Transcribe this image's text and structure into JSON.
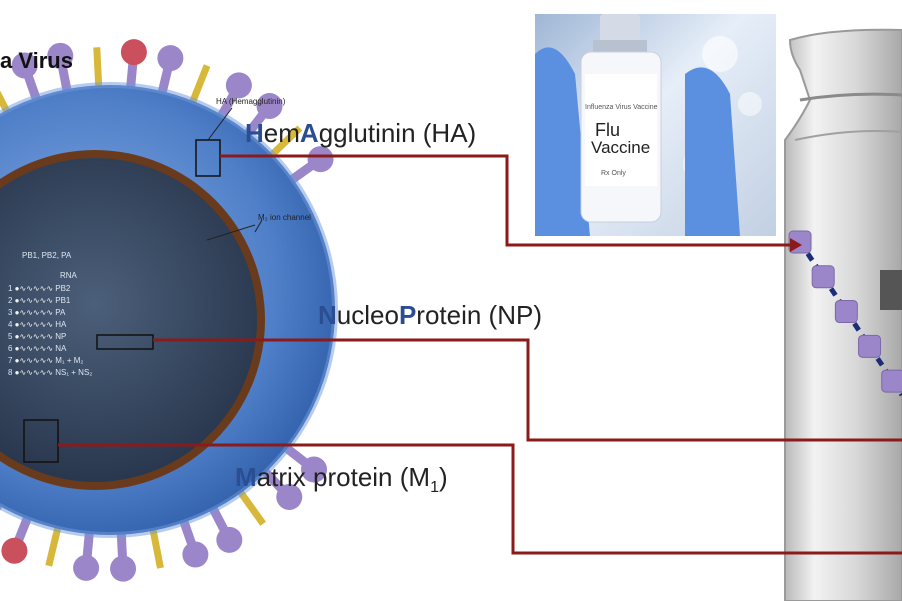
{
  "title": "a Virus",
  "labels": {
    "ha": {
      "bold1": "H",
      "part1": "em",
      "bold2": "A",
      "part2": "gglutinin (HA)"
    },
    "np": {
      "bold1": "N",
      "part1": "ucleo",
      "bold2": "P",
      "part2": "rotein (NP)"
    },
    "m1": {
      "bold1": "M",
      "part1": "atrix protein (M",
      "sub": "1",
      "part2": ")"
    }
  },
  "virus_annotations": {
    "ha_callout": "HA (Hemagglutinin)",
    "m2_callout": "M₂ ion channel",
    "polymerase": "PB1, PB2, PA",
    "rna": "RNA",
    "segments": [
      {
        "num": "1",
        "name": "PB2"
      },
      {
        "num": "2",
        "name": "PB1"
      },
      {
        "num": "3",
        "name": "PA"
      },
      {
        "num": "4",
        "name": "HA"
      },
      {
        "num": "5",
        "name": "NP"
      },
      {
        "num": "6",
        "name": "NA"
      },
      {
        "num": "7",
        "name": "M₁ + M₂"
      },
      {
        "num": "8",
        "name": "NS₁ + NS₂"
      }
    ]
  },
  "vaccine_photo": {
    "label_line1": "Flu",
    "label_line2": "Vaccine",
    "small_text": "Influenza Virus Vaccine",
    "rx": "Rx Only"
  },
  "colors": {
    "arrow": "#8b1a1a",
    "protein_text": "#2b4d92",
    "virus_shell": "#4f7fc8",
    "virus_core": "#33445a",
    "spike_purple": "#9b86c9",
    "spike_yellow": "#d8b83a",
    "spike_red": "#c9505c"
  }
}
